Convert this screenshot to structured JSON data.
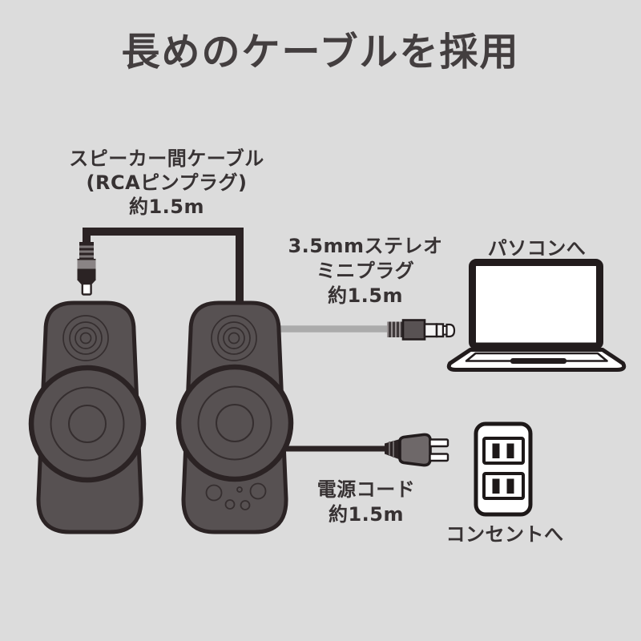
{
  "title": "長めのケーブルを採用",
  "labels": {
    "speaker_cable": {
      "lines": [
        "スピーカー間ケーブル",
        "(RCAピンプラグ)",
        "約1.5m"
      ]
    },
    "stereo_plug": {
      "lines": [
        "3.5mmステレオ",
        "ミニプラグ",
        "約1.5m"
      ]
    },
    "to_pc": "パソコンへ",
    "power_cord": {
      "lines": [
        "電源コード",
        "約1.5m"
      ]
    },
    "to_outlet": "コンセントへ"
  },
  "illustration": {
    "icons": [
      "left-speaker-icon",
      "right-speaker-icon",
      "rca-cable",
      "rca-pin-plug-icon",
      "stereo-miniplug-cable",
      "stereo-miniplug-icon",
      "laptop-icon",
      "power-cord",
      "power-plug-icon",
      "outlet-icon"
    ]
  },
  "colors": {
    "background": "#dcdcdc",
    "speaker_body": "#575152",
    "outline_dark": "#2b2324",
    "detail_stroke": "#352e2f",
    "text": "#373233",
    "title_text": "#433e3f",
    "cable_gray": "#ababab",
    "plug_gray": "#6e6869",
    "band_gray": "#8a8485",
    "white": "#ffffff"
  }
}
